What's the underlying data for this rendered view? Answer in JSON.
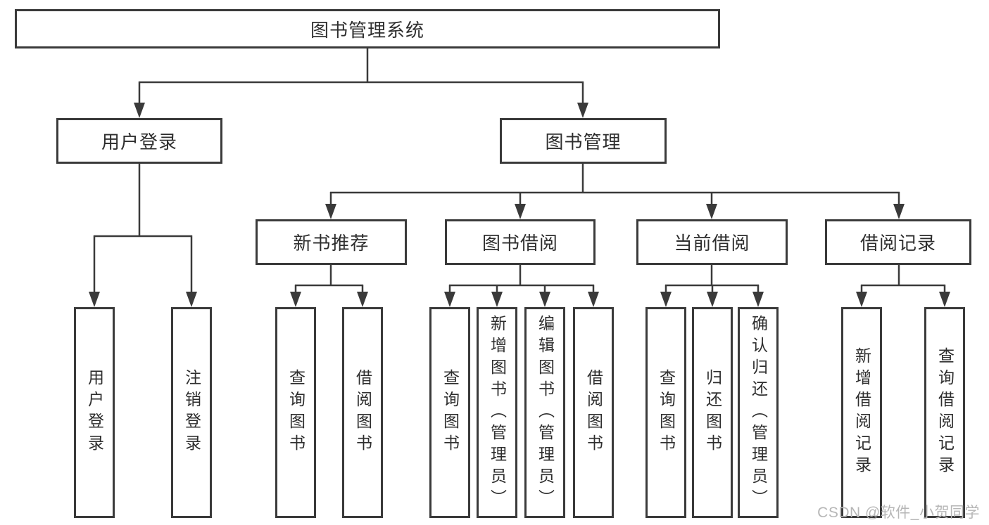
{
  "colors": {
    "line": "#3a3a3a",
    "text": "#2e2e2e",
    "background": "#ffffff",
    "watermark": "#b6b6b6"
  },
  "watermark": "CSDN @软件_小贺同学",
  "tree": {
    "label": "图书管理系统",
    "children": [
      {
        "label": "用户登录",
        "children": [
          {
            "label": "用户登录"
          },
          {
            "label": "注销登录"
          }
        ]
      },
      {
        "label": "图书管理",
        "children": [
          {
            "label": "新书推荐",
            "children": [
              {
                "label": "查询图书"
              },
              {
                "label": "借阅图书"
              }
            ]
          },
          {
            "label": "图书借阅",
            "children": [
              {
                "label": "查询图书"
              },
              {
                "label": "新增图书（管理员）"
              },
              {
                "label": "编辑图书（管理员）"
              },
              {
                "label": "借阅图书"
              }
            ]
          },
          {
            "label": "当前借阅",
            "children": [
              {
                "label": "查询图书"
              },
              {
                "label": "归还图书"
              },
              {
                "label": "确认归还（管理员）"
              }
            ]
          },
          {
            "label": "借阅记录",
            "children": [
              {
                "label": "新增借阅记录"
              },
              {
                "label": "查询借阅记录"
              }
            ]
          }
        ]
      }
    ]
  }
}
